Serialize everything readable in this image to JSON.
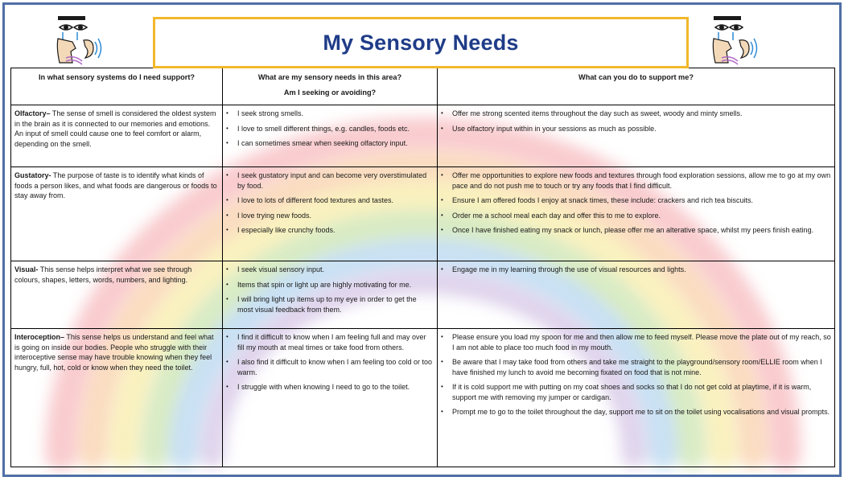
{
  "title": "My Sensory Needs",
  "headers": {
    "col1": "In what sensory systems do I need support?",
    "col2_line1": "What are my sensory needs in this area?",
    "col2_line2": "Am I seeking or avoiding?",
    "col3": "What can you do to support me?"
  },
  "rows": [
    {
      "system": "Olfactory",
      "separator": "–",
      "description": " The sense of smell is considered the oldest system in the brain as it is connected to our memories and emotions. An input of smell could cause one to feel comfort or alarm, depending on the smell.",
      "needs": [
        "I seek strong smells.",
        "I love to smell different things, e.g. candles, foods etc.",
        "I can sometimes smear when seeking olfactory input."
      ],
      "support": [
        "Offer me strong scented items throughout the day such as sweet, woody and minty  smells.",
        "Use olfactory input within in your sessions as much as possible."
      ]
    },
    {
      "system": "Gustatory",
      "separator": "-",
      "description": " The purpose of taste is to identify what kinds of foods a person likes, and what foods are dangerous or foods to stay away from.",
      "needs": [
        "I seek gustatory input and can become very overstimulated by food.",
        " I love to lots of different food textures and tastes.",
        "I love trying new foods.",
        " I especially like crunchy foods."
      ],
      "support": [
        "Offer me opportunities to explore new foods and textures through food exploration sessions, allow me to go at my own pace and do not push me to touch or try any foods that I find difficult.",
        " Ensure I am offered foods I enjoy at snack times, these include: crackers and rich tea biscuits.",
        "Order me a school meal each day and offer this to me to explore.",
        "Once I have finished eating my snack or lunch, please offer me an alterative space, whilst my peers finish eating."
      ]
    },
    {
      "system": "Visual",
      "separator": "-",
      "description": "  This sense helps interpret what we see through colours, shapes, letters, words, numbers, and lighting.",
      "needs": [
        " I seek visual sensory input.",
        " Items that spin or light up are highly motivating for me.",
        " I will bring light up items up to my eye in order to get the most visual feedback from them."
      ],
      "support": [
        "Engage me in my learning through the use of visual resources and lights."
      ]
    },
    {
      "system": "Interoception",
      "separator": "–",
      "description": " This sense helps us understand and feel what is going on inside our bodies. People who struggle with their interoceptive sense may have trouble knowing when they feel hungry, full, hot, cold or know when they need the toilet.",
      "needs": [
        "I find it difficult to know when I am feeling full and may over fill my mouth at meal times or take food from others.",
        "I also find it difficult to know when I am feeling too cold or too warm.",
        "I struggle with when knowing I need to go to the toilet."
      ],
      "support": [
        "Please ensure you load my spoon for me and then allow me to feed myself. Please move the plate out of my reach, so I am not able to place too much food in my mouth.",
        "Be aware that I may take food from others and take me straight to the playground/sensory room/ELLIE room when I have finished my lunch to avoid me becoming fixated on food that is not mine.",
        "If it is cold support me with putting on my coat shoes and socks so that I do not get cold at playtime, if it is warm, support me with removing my jumper or cardigan.",
        "Prompt me to go to the toilet throughout the day, support me to sit on the toilet using vocalisations and visual prompts."
      ]
    }
  ],
  "icons": [
    "senses-symbol-icon",
    "senses-symbol-icon"
  ],
  "colors": {
    "title": "#1f3c88",
    "title_border": "#f2b82b",
    "frame_border": "#4f6fa6"
  }
}
